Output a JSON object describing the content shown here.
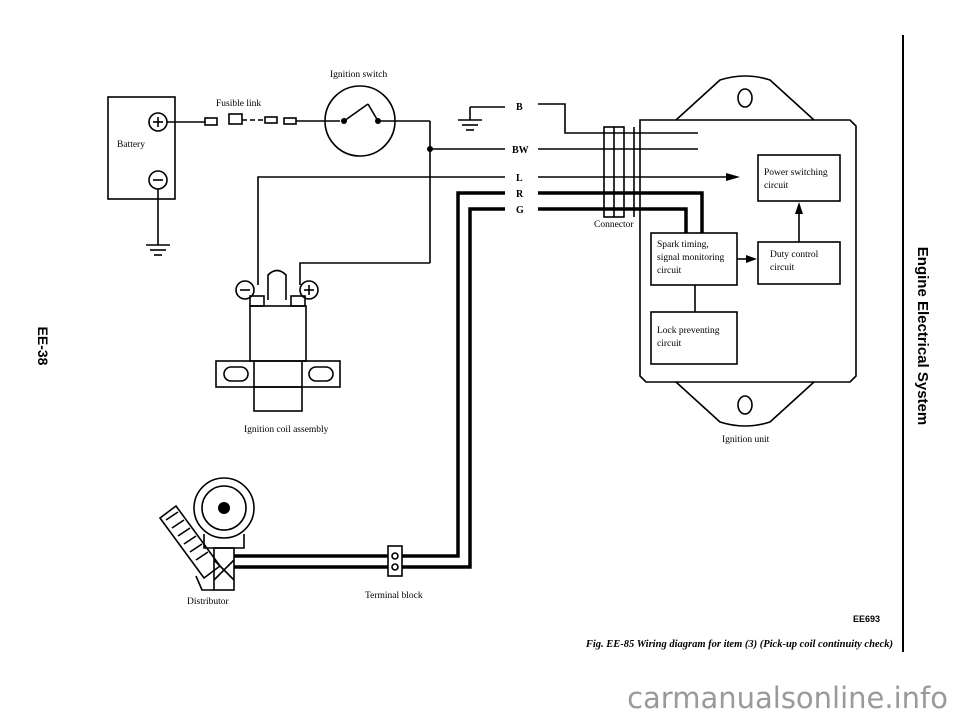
{
  "page_code": "EE-38",
  "section_title": "Engine Electrical System",
  "labels": {
    "battery": "Battery",
    "fusible_link": "Fusible link",
    "ignition_switch": "Ignition switch",
    "ignition_coil": "Ignition coil assembly",
    "distributor": "Distributor",
    "terminal_block": "Terminal block",
    "connector": "Connector",
    "ignition_unit": "Ignition unit",
    "fig_code": "EE693",
    "caption": "Fig. EE-85  Wiring diagram for item (3) (Pick-up coil continuity check)"
  },
  "wire_labels": {
    "b": "B",
    "bw": "BW",
    "l": "L",
    "r": "R",
    "g": "G"
  },
  "unit_blocks": {
    "power_switching": [
      "Power switching",
      "circuit"
    ],
    "duty_control": [
      "Duty control",
      "circuit"
    ],
    "spark_timing": [
      "Spark timing,",
      "signal monitoring",
      "circuit"
    ],
    "lock_preventing": [
      "Lock preventing",
      "circuit"
    ]
  },
  "watermark": "carmanualsonline.info"
}
